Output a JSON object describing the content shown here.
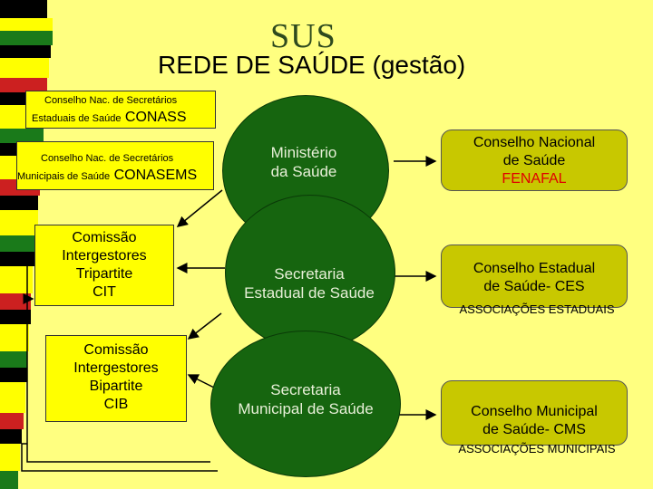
{
  "title": {
    "sus": "SUS",
    "main": "REDE DE SAÚDE (gestão)"
  },
  "left": {
    "conass": {
      "line1": "Conselho Nac. de Secretários",
      "line2_small": "Estaduais de Saúde",
      "acronym": "CONASS"
    },
    "conasems": {
      "line1": "Conselho Nac. de Secretários",
      "line2_small": "Municipais de Saúde",
      "acronym": "CONASEMS"
    },
    "cit": {
      "lines": [
        "Comissão",
        "Intergestores",
        "Tripartite",
        "CIT"
      ]
    },
    "cib": {
      "lines": [
        "Comissão",
        "Intergestores",
        "Bipartite",
        "CIB"
      ]
    }
  },
  "center": [
    {
      "lines": [
        "Ministério",
        "da Saúde"
      ]
    },
    {
      "lines": [
        "Secretaria",
        "Estadual de Saúde"
      ]
    },
    {
      "lines": [
        "Secretaria",
        "Municipal de Saúde"
      ]
    }
  ],
  "right": {
    "national": {
      "lines": [
        "Conselho Nacional",
        "de Saúde"
      ],
      "highlight": "FENAFAL"
    },
    "state": {
      "lines": [
        "Conselho Estadual",
        "de Saúde- CES"
      ],
      "assoc": "ASSOCIAÇÕES ESTADUAIS"
    },
    "municipal": {
      "lines": [
        "Conselho Municipal",
        "de Saúde- CMS"
      ],
      "assoc": "ASSOCIAÇÕES MUNICIPAIS"
    }
  },
  "colors": {
    "background": "#ffff80",
    "box": "#ffff00",
    "ellipse": "#16650f",
    "council": "#c8c800",
    "highlight": "#e00000"
  }
}
